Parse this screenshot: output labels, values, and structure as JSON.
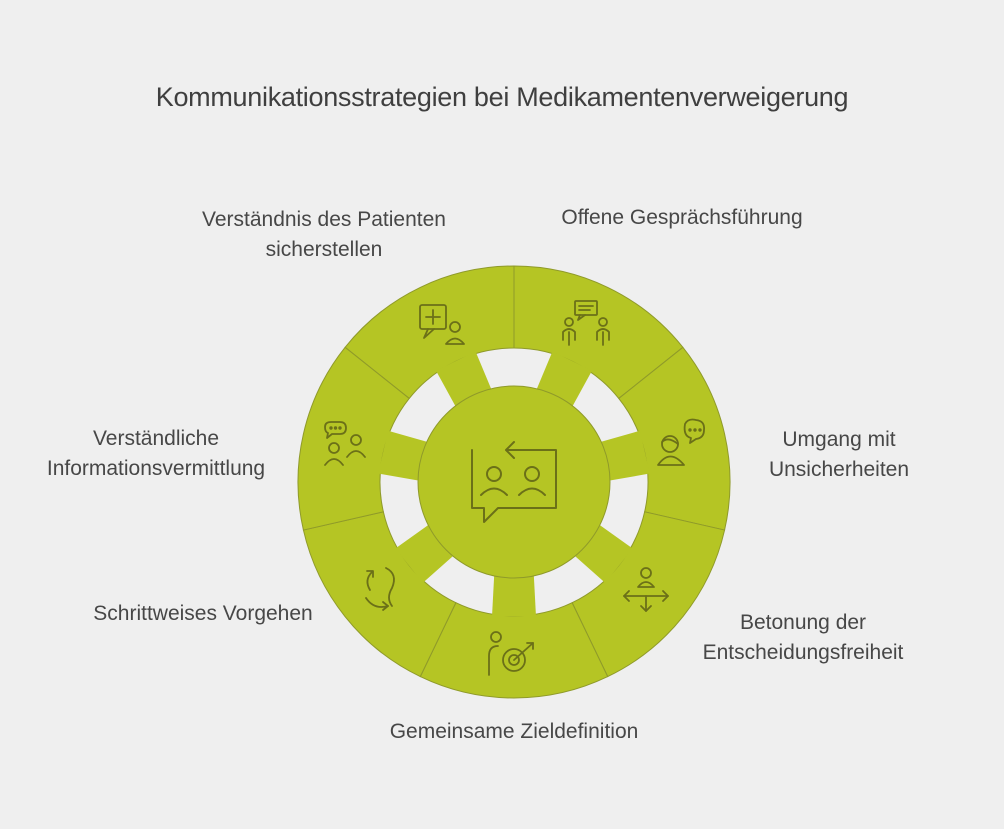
{
  "title": "Kommunikationsstrategien bei Medikamentenverweigerung",
  "colors": {
    "segment_fill": "#b5c524",
    "segment_stroke": "#8f9a2a",
    "icon_stroke": "#6b7018",
    "background": "#efefef",
    "text": "#474747"
  },
  "center": {
    "icon": "conversation-people-icon"
  },
  "segments": [
    {
      "id": "verstaendnis",
      "label_lines": [
        "Verständnis des Patienten",
        "sicherstellen"
      ],
      "icon": "medical-consultation-icon"
    },
    {
      "id": "offene",
      "label_lines": [
        "Offene Gesprächsführung"
      ],
      "icon": "dialogue-people-icon"
    },
    {
      "id": "umgang",
      "label_lines": [
        "Umgang mit",
        "Unsicherheiten"
      ],
      "icon": "thinking-person-icon"
    },
    {
      "id": "betonung",
      "label_lines": [
        "Betonung der",
        "Entscheidungsfreiheit"
      ],
      "icon": "decision-crossroads-icon"
    },
    {
      "id": "ziel",
      "label_lines": [
        "Gemeinsame Zieldefinition"
      ],
      "icon": "target-goal-icon"
    },
    {
      "id": "schritt",
      "label_lines": [
        "Schrittweises Vorgehen"
      ],
      "icon": "step-arrows-icon"
    },
    {
      "id": "info",
      "label_lines": [
        "Verständliche",
        "Informationsvermittlung"
      ],
      "icon": "group-chat-icon"
    }
  ]
}
